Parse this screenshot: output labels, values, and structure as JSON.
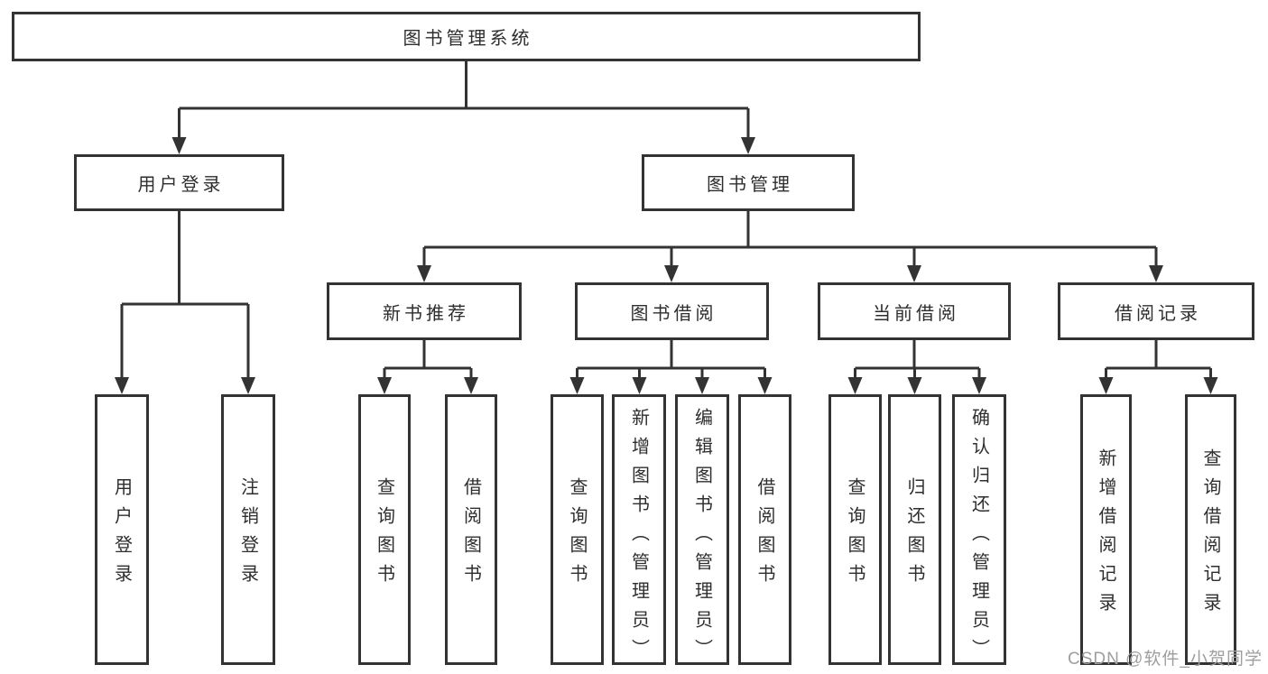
{
  "diagram_type": "hierarchy",
  "colors": {
    "line": "#333333",
    "box_border": "#333333",
    "box_fill": "#ffffff",
    "text": "#2e2e2e",
    "watermark": "#9e9e9e"
  },
  "tree": {
    "root": {
      "label": "图书管理系统",
      "children": [
        {
          "label": "用户登录",
          "children": [
            {
              "label": "用户登录"
            },
            {
              "label": "注销登录"
            }
          ]
        },
        {
          "label": "图书管理",
          "children": [
            {
              "label": "新书推荐",
              "children": [
                {
                  "label": "查询图书"
                },
                {
                  "label": "借阅图书"
                }
              ]
            },
            {
              "label": "图书借阅",
              "children": [
                {
                  "label": "查询图书"
                },
                {
                  "label": "新增图书（管理员）"
                },
                {
                  "label": "编辑图书（管理员）"
                },
                {
                  "label": "借阅图书"
                }
              ]
            },
            {
              "label": "当前借阅",
              "children": [
                {
                  "label": "查询图书"
                },
                {
                  "label": "归还图书"
                },
                {
                  "label": "确认归还（管理员）"
                }
              ]
            },
            {
              "label": "借阅记录",
              "children": [
                {
                  "label": "新增借阅记录"
                },
                {
                  "label": "查询借阅记录"
                }
              ]
            }
          ]
        }
      ]
    }
  },
  "watermark": {
    "text": "CSDN @软件_小贺同学"
  }
}
